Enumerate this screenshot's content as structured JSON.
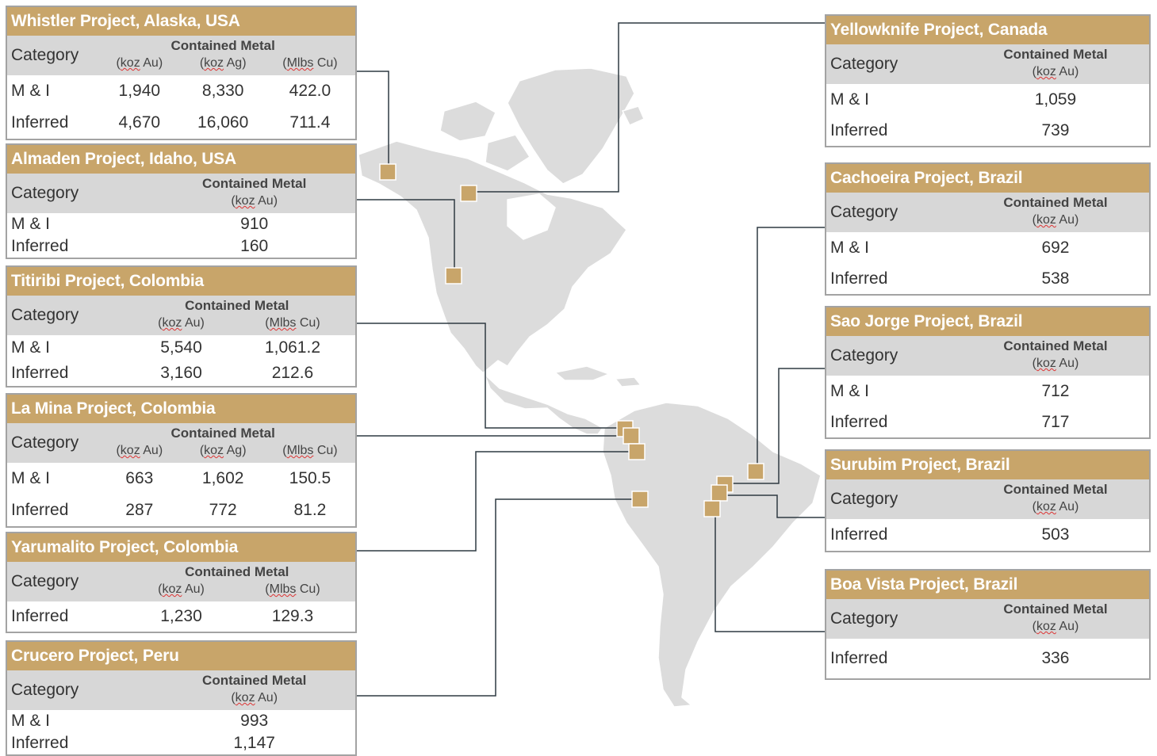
{
  "header_label": "Contained Metal",
  "category_label": "Category",
  "colors": {
    "accent": "#c8a56a",
    "header_bg": "#d7d7d7",
    "land": "#dcdcdc",
    "line": "#2f3a42"
  },
  "projects": [
    {
      "title": "Whistler Project, Alaska, USA",
      "units": [
        {
          "u": "koz",
          "s": "Au"
        },
        {
          "u": "koz",
          "s": "Ag"
        },
        {
          "u": "Mlbs",
          "s": "Cu"
        }
      ],
      "rows": [
        {
          "label": "M & I",
          "values": [
            "1,940",
            "8,330",
            "422.0"
          ]
        },
        {
          "label": "Inferred",
          "values": [
            "4,670",
            "16,060",
            "711.4"
          ]
        }
      ]
    },
    {
      "title": "Almaden Project, Idaho, USA",
      "units": [
        {
          "u": "koz",
          "s": "Au"
        }
      ],
      "rows": [
        {
          "label": "M & I",
          "values": [
            "910"
          ]
        },
        {
          "label": "Inferred",
          "values": [
            "160"
          ]
        }
      ]
    },
    {
      "title": "Titiribi Project, Colombia",
      "units": [
        {
          "u": "koz",
          "s": "Au"
        },
        {
          "u": "Mlbs",
          "s": "Cu"
        }
      ],
      "rows": [
        {
          "label": "M & I",
          "values": [
            "5,540",
            "1,061.2"
          ]
        },
        {
          "label": "Inferred",
          "values": [
            "3,160",
            "212.6"
          ]
        }
      ]
    },
    {
      "title": "La Mina Project, Colombia",
      "units": [
        {
          "u": "koz",
          "s": "Au"
        },
        {
          "u": "koz",
          "s": "Ag"
        },
        {
          "u": "Mlbs",
          "s": "Cu"
        }
      ],
      "rows": [
        {
          "label": "M & I",
          "values": [
            "663",
            "1,602",
            "150.5"
          ]
        },
        {
          "label": "Inferred",
          "values": [
            "287",
            "772",
            "81.2"
          ]
        }
      ]
    },
    {
      "title": "Yarumalito Project, Colombia",
      "units": [
        {
          "u": "koz",
          "s": "Au"
        },
        {
          "u": "Mlbs",
          "s": "Cu"
        }
      ],
      "rows": [
        {
          "label": "Inferred",
          "values": [
            "1,230",
            "129.3"
          ]
        }
      ]
    },
    {
      "title": "Crucero Project, Peru",
      "units": [
        {
          "u": "koz",
          "s": "Au"
        }
      ],
      "rows": [
        {
          "label": "M & I",
          "values": [
            "993"
          ]
        },
        {
          "label": "Inferred",
          "values": [
            "1,147"
          ]
        }
      ]
    },
    {
      "title": "Yellowknife Project, Canada",
      "units": [
        {
          "u": "koz",
          "s": "Au"
        }
      ],
      "rows": [
        {
          "label": "M & I",
          "values": [
            "1,059"
          ]
        },
        {
          "label": "Inferred",
          "values": [
            "739"
          ]
        }
      ]
    },
    {
      "title": "Cachoeira Project, Brazil",
      "units": [
        {
          "u": "koz",
          "s": "Au"
        }
      ],
      "rows": [
        {
          "label": "M & I",
          "values": [
            "692"
          ]
        },
        {
          "label": "Inferred",
          "values": [
            "538"
          ]
        }
      ]
    },
    {
      "title": "Sao Jorge Project, Brazil",
      "units": [
        {
          "u": "koz",
          "s": "Au"
        }
      ],
      "rows": [
        {
          "label": "M & I",
          "values": [
            "712"
          ]
        },
        {
          "label": "Inferred",
          "values": [
            "717"
          ]
        }
      ]
    },
    {
      "title": "Surubim Project, Brazil",
      "units": [
        {
          "u": "koz",
          "s": "Au"
        }
      ],
      "rows": [
        {
          "label": "Inferred",
          "values": [
            "503"
          ]
        }
      ]
    },
    {
      "title": "Boa Vista Project, Brazil",
      "units": [
        {
          "u": "koz",
          "s": "Au"
        }
      ],
      "rows": [
        {
          "label": "Inferred",
          "values": [
            "336"
          ]
        }
      ]
    }
  ]
}
